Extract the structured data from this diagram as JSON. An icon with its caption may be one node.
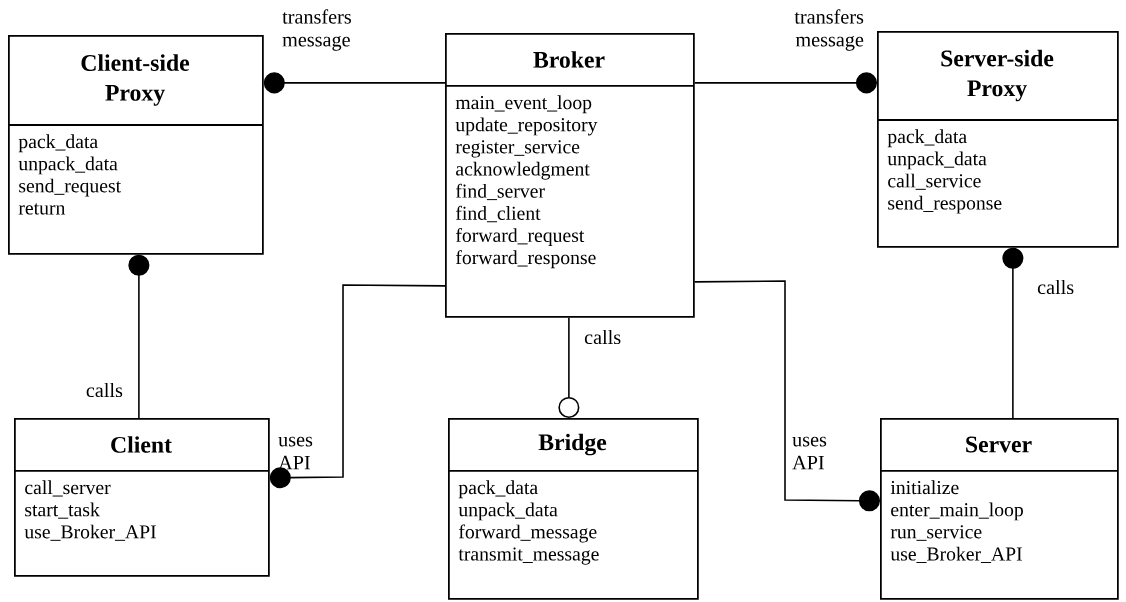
{
  "diagram": {
    "nodes": [
      {
        "text": [
          "Client-side Proxy",
          "pack_data",
          "unpack_data",
          "send_request",
          "return"
        ]
      },
      {
        "text": [
          "Broker",
          "main_event_loop",
          "update_repository",
          "register_service",
          "acknowledgment",
          "find_server",
          "find_client",
          "forward_request",
          "forward_response"
        ]
      },
      {
        "text": [
          "Server-side Proxy",
          "pack_data",
          "unpack_data",
          "call_service",
          "send_response"
        ]
      },
      {
        "text": [
          "Client",
          "call_server",
          "start_task",
          "use_Broker_API"
        ]
      },
      {
        "text": [
          "Bridge",
          "pack_data",
          "unpack_data",
          "forward_message",
          "transmit_message"
        ]
      },
      {
        "text": [
          "Server",
          "initialize",
          "enter_main_loop",
          "run_service",
          "use_Broker_API"
        ]
      }
    ],
    "edges": [
      {
        "from": 1,
        "to": 0,
        "arrow": "other",
        "label": "transfers message"
      },
      {
        "from": 1,
        "to": 2,
        "arrow": "other",
        "label": "transfers message"
      },
      {
        "from": 3,
        "to": 0,
        "arrow": "other",
        "label": "calls"
      },
      {
        "from": 5,
        "to": 2,
        "arrow": "other",
        "label": "calls"
      },
      {
        "from": 1,
        "to": 4,
        "arrow": "other",
        "label": "calls"
      },
      {
        "from": 1,
        "to": 3,
        "arrow": "other",
        "label": "uses API"
      },
      {
        "from": 1,
        "to": 5,
        "arrow": "other",
        "label": "uses API"
      }
    ]
  }
}
